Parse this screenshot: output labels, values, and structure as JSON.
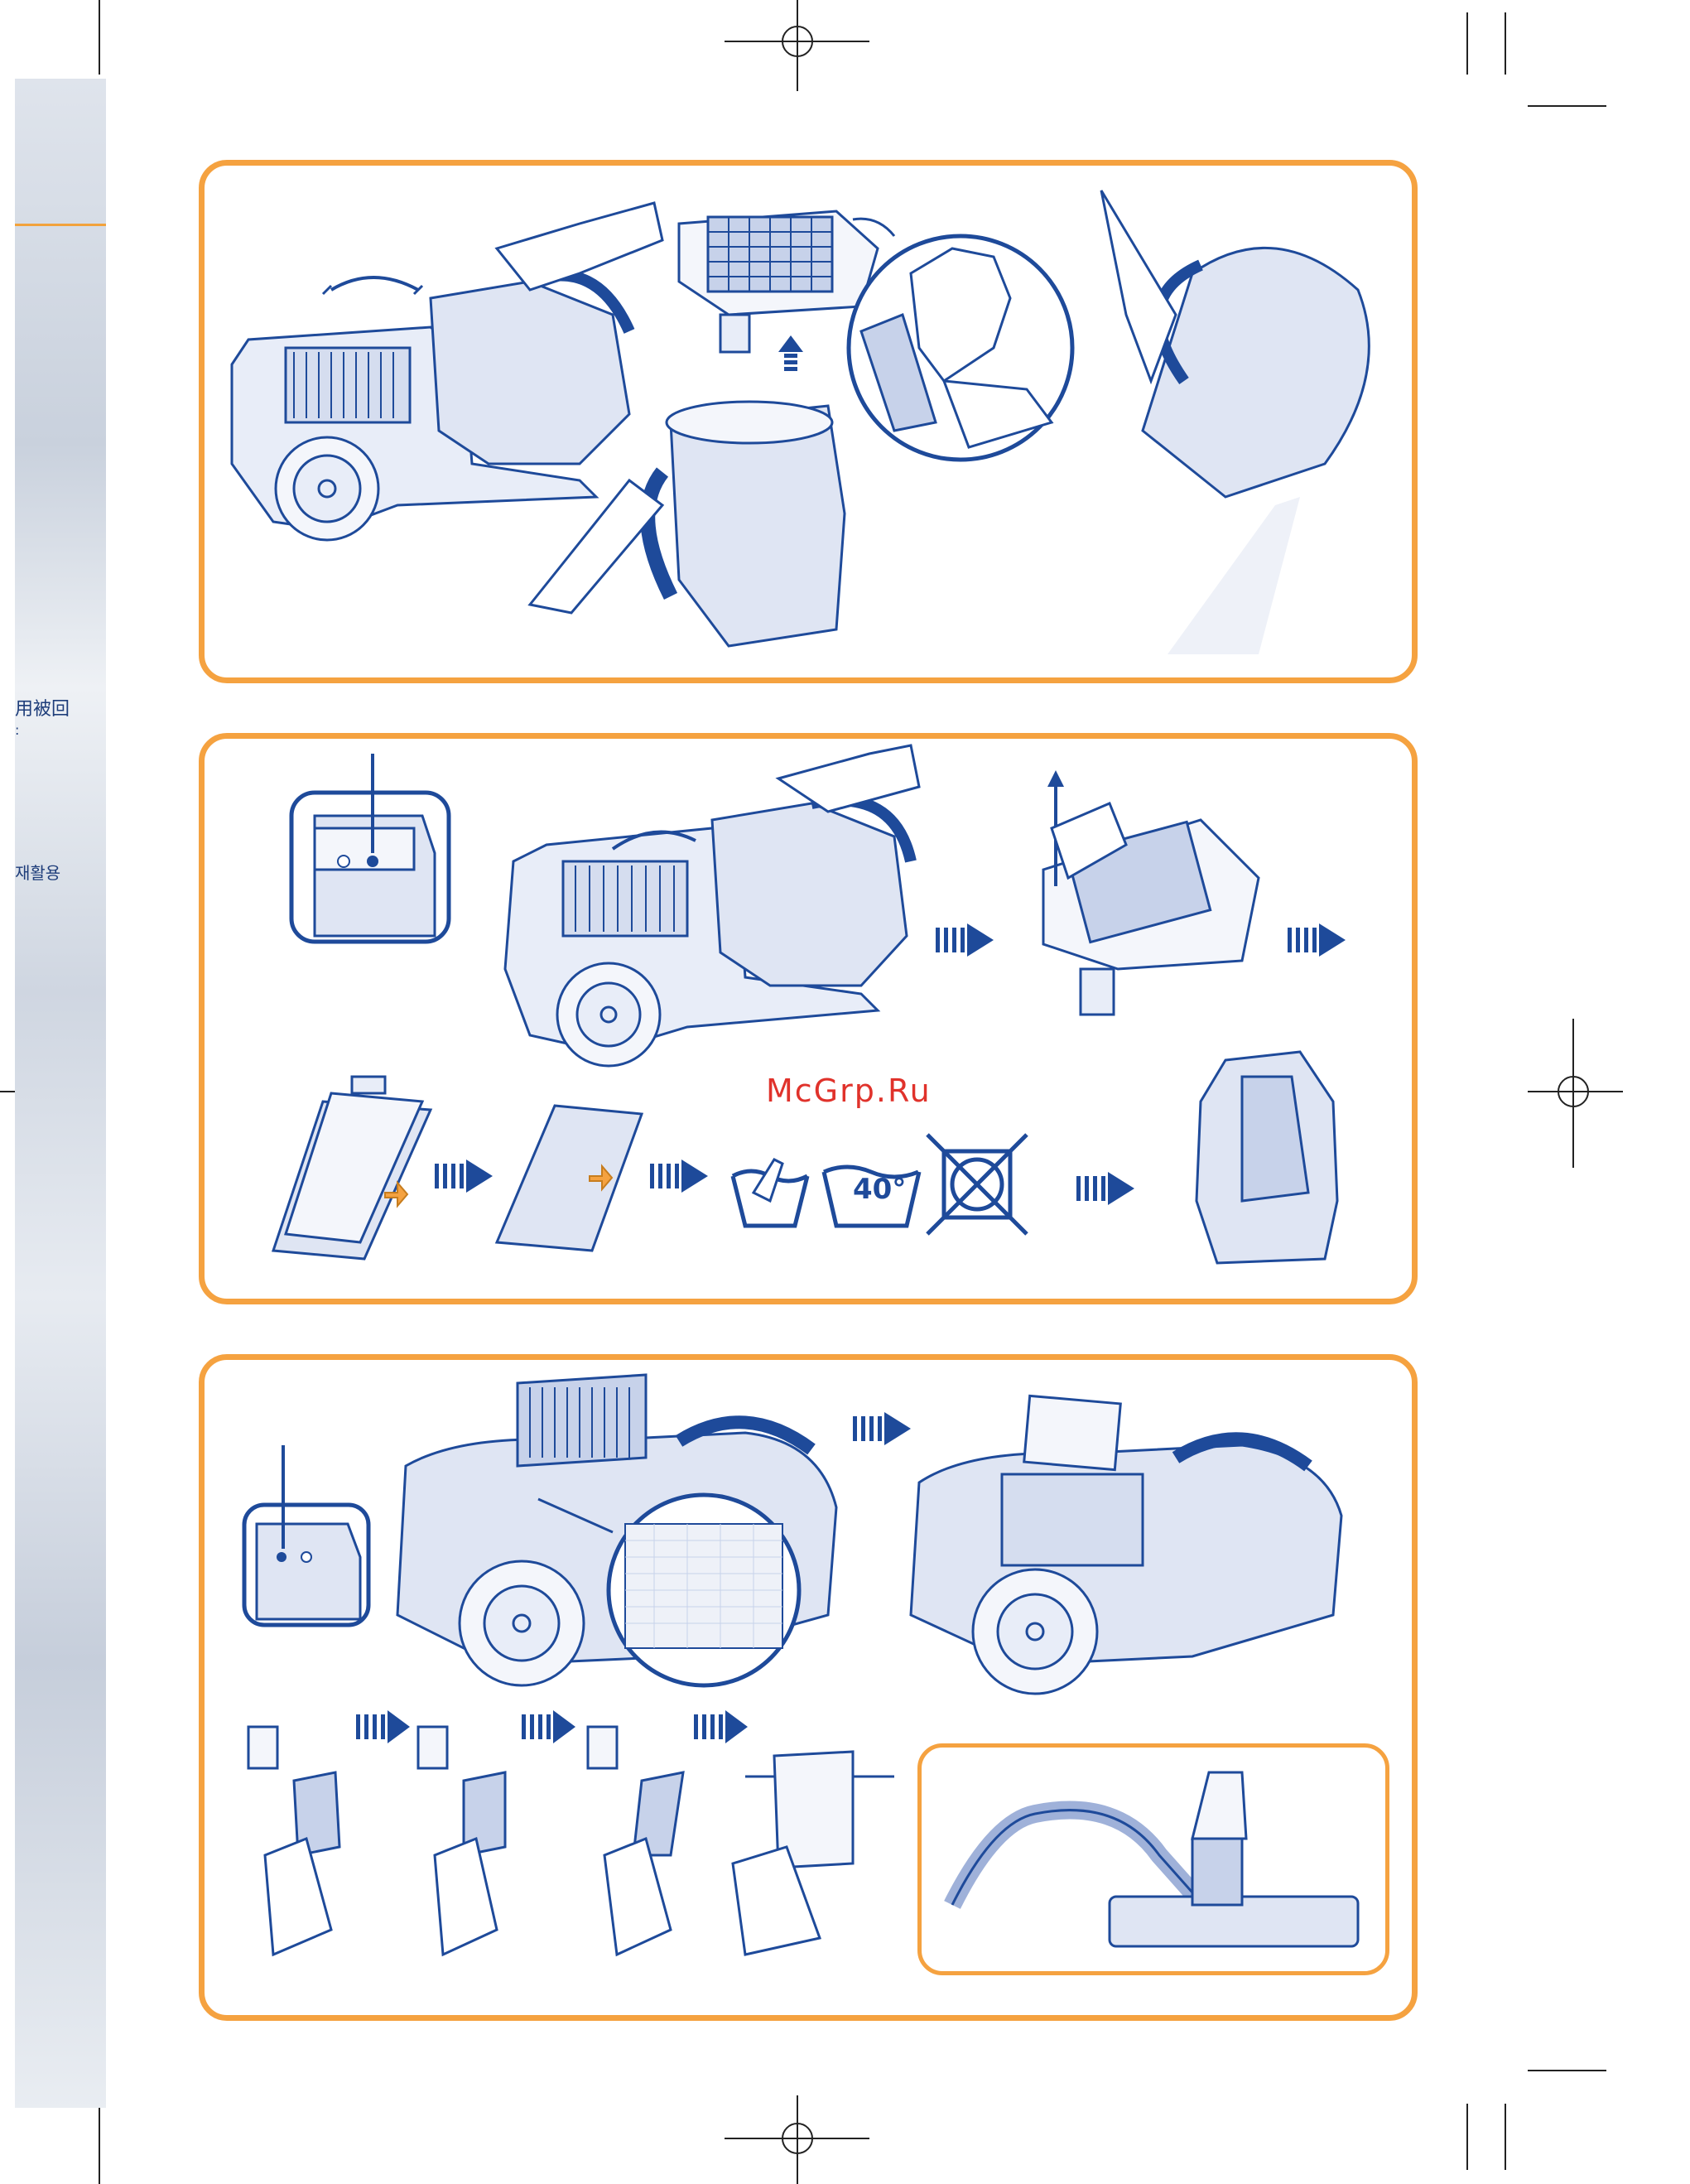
{
  "sidebar": {
    "text_cjk_1": "用被回",
    "text_cjk_2": ":",
    "text_korean": "재활용"
  },
  "watermark": "McGrp.Ru",
  "wash_symbol": {
    "temperature": "40°"
  },
  "colors": {
    "panel_border": "#f5a240",
    "line_art": "#1e4a9a",
    "shade": "#c9d3ec",
    "watermark": "#e0322b"
  },
  "icons": [
    "vacuum-cleaner-illustration",
    "filter-illustration",
    "hand-icon",
    "arrow-icon",
    "hand-wash-icon",
    "wash-40-icon",
    "no-tumble-dry-icon",
    "hose-nozzle-illustration"
  ]
}
